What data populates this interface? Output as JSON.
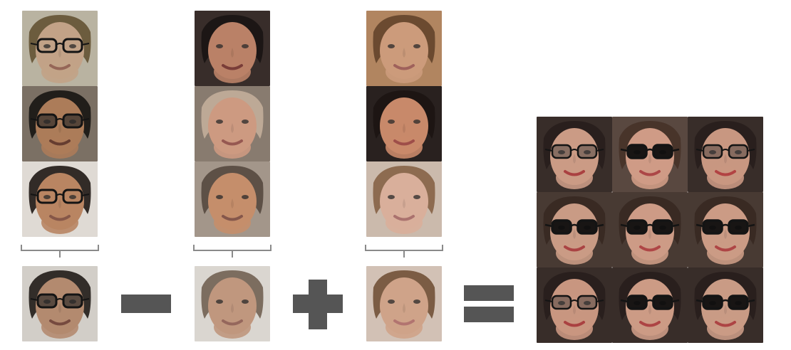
{
  "figure": {
    "description_visible": "",
    "operators": [
      "minus",
      "plus",
      "equals"
    ],
    "columns": [
      {
        "role": "source-group-1",
        "faces": [
          {
            "skin": "#c9a88c",
            "hair": "#6b5a3a",
            "bg": "#bfb9a7",
            "glasses": "clear",
            "mouth": "#9a6a5a"
          },
          {
            "skin": "#b2805c",
            "hair": "#1f1a17",
            "bg": "#7f7468",
            "glasses": "dark",
            "mouth": "#6a3f32"
          },
          {
            "skin": "#bf8a66",
            "hair": "#2a2320",
            "bg": "#e7e2db",
            "glasses": "clear",
            "mouth": "#8b5a4b"
          }
        ],
        "average": {
          "skin": "#b98f73",
          "hair": "#2b2622",
          "bg": "#d9d5cf",
          "glasses": "dark",
          "mouth": "#7a4d42"
        }
      },
      {
        "role": "source-group-2",
        "faces": [
          {
            "skin": "#c1866b",
            "hair": "#1b1615",
            "bg": "#3a2f2c",
            "glasses": "none",
            "mouth": "#7d3f3a"
          },
          {
            "skin": "#d49f86",
            "hair": "#c7b29d",
            "bg": "#8d7f73",
            "glasses": "none",
            "mouth": "#9b5b54"
          },
          {
            "skin": "#cc936f",
            "hair": "#5c4f46",
            "bg": "#a99b8f",
            "glasses": "none",
            "mouth": "#8a5a4e"
          }
        ],
        "average": {
          "skin": "#c79c83",
          "hair": "#7b6a5d",
          "bg": "#e2ddd7",
          "glasses": "none",
          "mouth": "#9a6b5f"
        }
      },
      {
        "role": "source-group-3",
        "faces": [
          {
            "skin": "#d3a07f",
            "hair": "#6a4a2f",
            "bg": "#b78a64",
            "glasses": "none",
            "mouth": "#a5655e"
          },
          {
            "skin": "#cf8e6e",
            "hair": "#1d1614",
            "bg": "#2b2321",
            "glasses": "none",
            "mouth": "#a4514c"
          },
          {
            "skin": "#e0b5a0",
            "hair": "#8e6a4e",
            "bg": "#d2c0b2",
            "glasses": "none",
            "mouth": "#b07672"
          }
        ],
        "average": {
          "skin": "#d6a98e",
          "hair": "#7a5a40",
          "bg": "#d9c8bb",
          "glasses": "none",
          "mouth": "#b87874"
        }
      }
    ],
    "result_grid": {
      "rows": 3,
      "cols": 3,
      "faces": [
        {
          "skin": "#d2a08a",
          "hair": "#2a201d",
          "bg": "#3a2f2b",
          "glasses": "smoke",
          "mouth": "#b04444"
        },
        {
          "skin": "#d6a18b",
          "hair": "#4a352b",
          "bg": "#5c4b43",
          "glasses": "black",
          "mouth": "#b24a4a"
        },
        {
          "skin": "#cf9c86",
          "hair": "#2a201d",
          "bg": "#3a2f2b",
          "glasses": "smoke",
          "mouth": "#b84646"
        },
        {
          "skin": "#d0a08a",
          "hair": "#3a2b25",
          "bg": "#4b3c35",
          "glasses": "black",
          "mouth": "#b04646"
        },
        {
          "skin": "#d4a18b",
          "hair": "#3a2b25",
          "bg": "#4b3c35",
          "glasses": "black",
          "mouth": "#b54949"
        },
        {
          "skin": "#d2a08a",
          "hair": "#3a2b25",
          "bg": "#4b3c35",
          "glasses": "black",
          "mouth": "#b44848"
        },
        {
          "skin": "#cf9b85",
          "hair": "#2a201d",
          "bg": "#3a2f2b",
          "glasses": "smoke",
          "mouth": "#b04444"
        },
        {
          "skin": "#d3a08a",
          "hair": "#2a201d",
          "bg": "#3a2f2b",
          "glasses": "black",
          "mouth": "#b34747"
        },
        {
          "skin": "#d0a08a",
          "hair": "#2a201d",
          "bg": "#3a2f2b",
          "glasses": "black",
          "mouth": "#b34747"
        }
      ]
    },
    "colors": {
      "operator": "#555555",
      "brace": "#8a8a8a"
    }
  }
}
